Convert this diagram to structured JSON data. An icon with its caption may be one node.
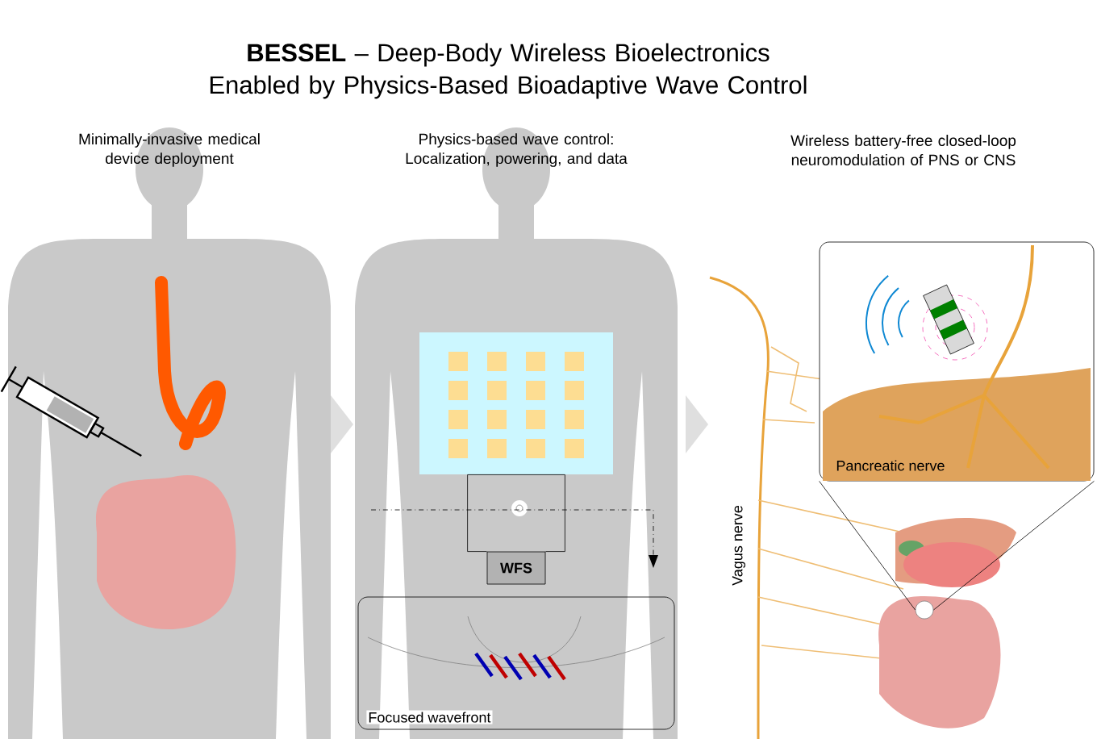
{
  "diagram": {
    "title": "**BESSEL** – Deep-Body Wireless Bioelectronics Enabled by Physics-Based Bioadaptive Wave Control",
    "nodes": [
      {
        "text": [],
        "shape": "box"
      },
      {
        "text": [
          "WFS"
        ]
      },
      {
        "text": [
          "Focused wavefront"
        ]
      },
      {
        "text": [
          "Pancreatic nerve"
        ]
      },
      {
        "text": [],
        "shape": "circle"
      }
    ],
    "edges": [
      {
        "from": 1,
        "to": 0,
        "arrow": "none"
      },
      {
        "from": 3,
        "to": 4,
        "arrow": "none"
      }
    ],
    "labels": [
      "Minimally-invasive medical device deployment",
      "Physics-based wave control: Localization, powering, and data",
      "Wireless battery-free closed-loop neuromodulation of PNS or CNS",
      "Vagus nerve"
    ]
  }
}
